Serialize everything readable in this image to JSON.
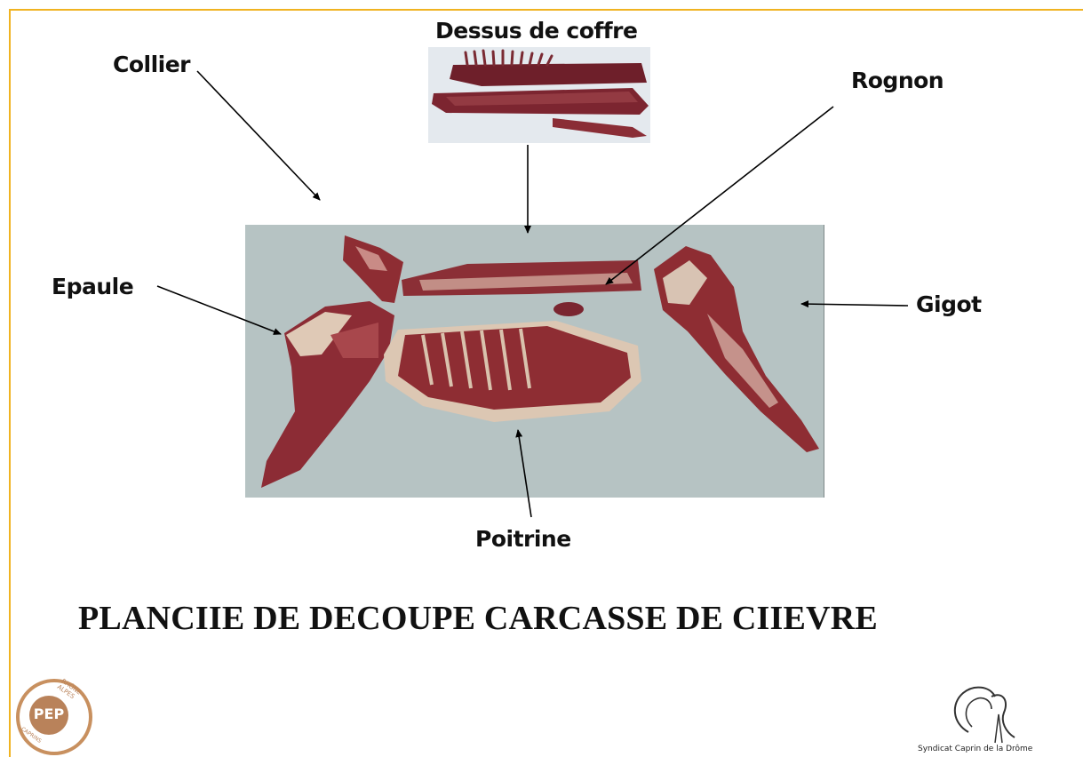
{
  "diagram": {
    "title": "PLANCIIE DE DECOUPE CARCASSE DE CIIEVRE",
    "labels": {
      "dessus_de_coffre": "Dessus de coffre",
      "collier": "Collier",
      "rognon": "Rognon",
      "epaule": "Epaule",
      "gigot": "Gigot",
      "poitrine": "Poitrine"
    }
  },
  "logos": {
    "pep": {
      "main": "PEP",
      "arc_top": "RHÔNE - ALPES",
      "arc_bottom": "CAPRINS"
    },
    "syndicat": {
      "text": "Syndicat Caprin de la Drôme"
    }
  },
  "colors": {
    "frame": "#f0b321",
    "background_photo": "#b6c3c3",
    "meat": "#8e2d33",
    "fat": "#e3d2c0",
    "logo_brown": "#b9825a"
  }
}
